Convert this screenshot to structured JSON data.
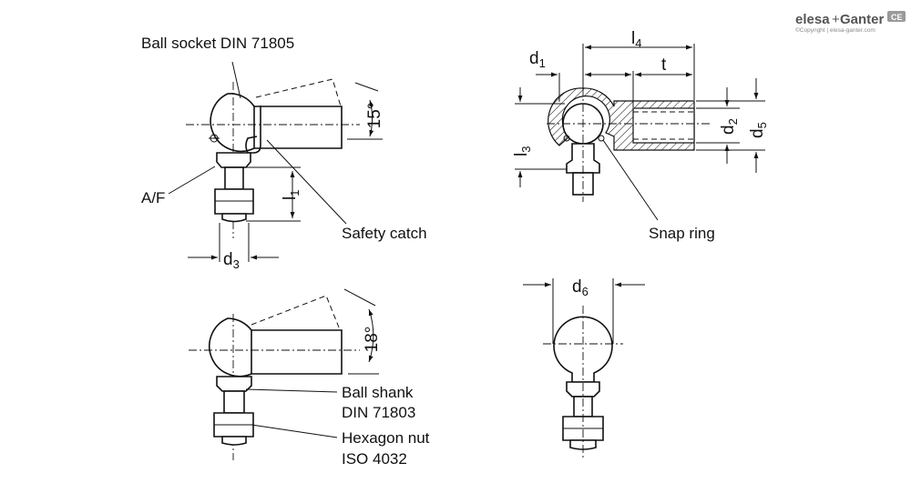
{
  "brand": {
    "name_part1": "elesa",
    "separator": "+",
    "name_part2": "Ganter",
    "copyright": "©Copyright | elesa-ganter.com",
    "badge": "CE"
  },
  "labels": {
    "ball_socket": "Ball socket DIN 71805",
    "af": "A/F",
    "safety_catch": "Safety catch",
    "snap_ring": "Snap ring",
    "ball_shank_1": "Ball shank",
    "ball_shank_2": "DIN 71803",
    "hex_nut_1": "Hexagon nut",
    "hex_nut_2": "ISO 4032"
  },
  "dimensions": {
    "d1": {
      "base": "d",
      "sub": "1"
    },
    "d2": {
      "base": "d",
      "sub": "2"
    },
    "d3": {
      "base": "d",
      "sub": "3"
    },
    "d5": {
      "base": "d",
      "sub": "5"
    },
    "d6": {
      "base": "d",
      "sub": "6"
    },
    "l1": {
      "base": "l",
      "sub": "1"
    },
    "l3": {
      "base": "l",
      "sub": "3"
    },
    "l4": {
      "base": "l",
      "sub": "4"
    },
    "t": "t",
    "angle_15": "15°",
    "angle_18": "18°"
  }
}
